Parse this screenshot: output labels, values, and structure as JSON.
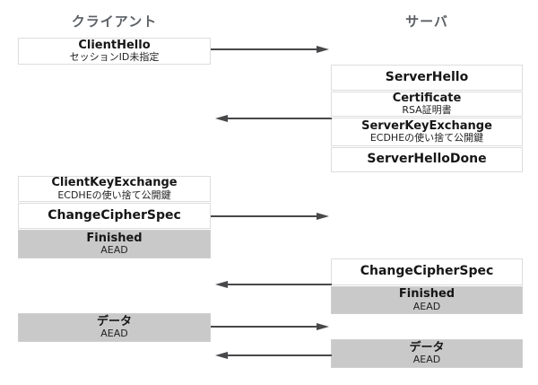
{
  "headers": {
    "client": "クライアント",
    "server": "サーバ"
  },
  "colors": {
    "gray_fill": "#c9c9c9",
    "arrow": "#48484b",
    "box_border": "#dddddd",
    "header_text": "#5c6166"
  },
  "messages": {
    "client_hello": {
      "title": "ClientHello",
      "subtitle": "セッションID未指定"
    },
    "server_hello": {
      "title": "ServerHello"
    },
    "certificate": {
      "title": "Certificate",
      "subtitle": "RSA証明書"
    },
    "server_key_exchange": {
      "title": "ServerKeyExchange",
      "subtitle": "ECDHEの使い捨て公開鍵"
    },
    "server_hello_done": {
      "title": "ServerHelloDone"
    },
    "client_key_exchange": {
      "title": "ClientKeyExchange",
      "subtitle": "ECDHEの使い捨て公開鍵"
    },
    "client_change_cipher_spec": {
      "title": "ChangeCipherSpec"
    },
    "client_finished": {
      "title": "Finished",
      "subtitle": "AEAD"
    },
    "server_change_cipher_spec": {
      "title": "ChangeCipherSpec"
    },
    "server_finished": {
      "title": "Finished",
      "subtitle": "AEAD"
    },
    "client_data": {
      "title": "データ",
      "subtitle": "AEAD"
    },
    "server_data": {
      "title": "データ",
      "subtitle": "AEAD"
    }
  }
}
